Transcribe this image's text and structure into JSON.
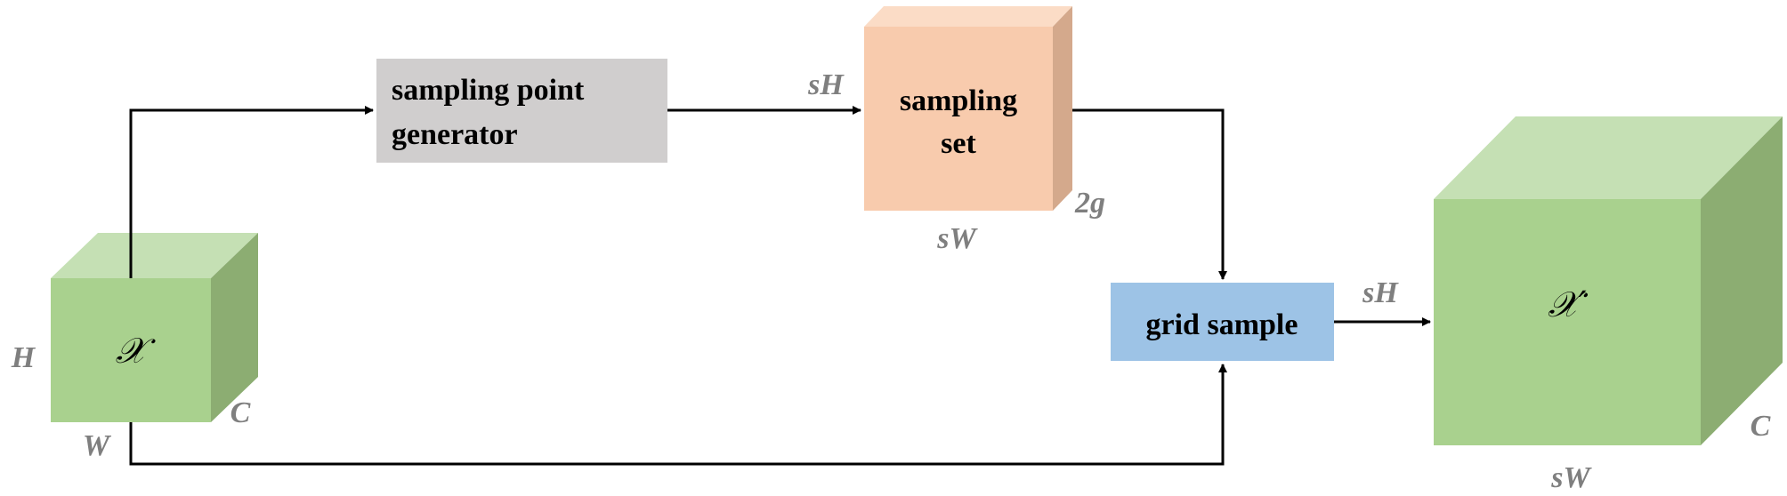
{
  "colors": {
    "green_front": "#a9d18e",
    "green_top": "#c5e0b4",
    "green_side": "#8cad72",
    "orange_front": "#f8cbad",
    "orange_top": "#fbdcc6",
    "orange_side": "#d4a98c",
    "gray_box": "#d0cece",
    "blue_box": "#9dc3e6",
    "dim_text": "#7f7f7f"
  },
  "input_tensor": {
    "symbol": "𝒳",
    "dim_h": "H",
    "dim_w": "W",
    "dim_c": "C"
  },
  "generator": {
    "line1": "sampling point",
    "line2": "generator"
  },
  "sampling_set": {
    "line1": "sampling",
    "line2": "set",
    "dim_h": "sH",
    "dim_w": "sW",
    "dim_depth": "2g"
  },
  "grid_sample": {
    "label": "grid sample"
  },
  "output_tensor": {
    "symbol": "𝒳′",
    "dim_h": "sH",
    "dim_w": "sW",
    "dim_c": "C"
  }
}
